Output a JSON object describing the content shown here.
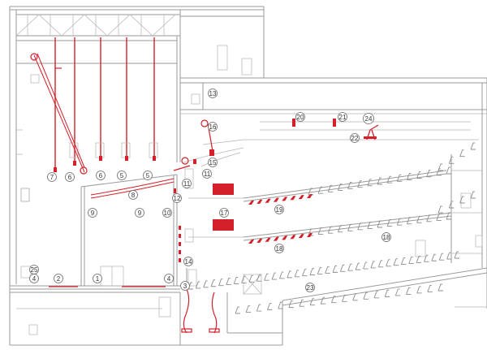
{
  "markers": [
    {
      "id": "m1",
      "label": "1"
    },
    {
      "id": "m2",
      "label": "2"
    },
    {
      "id": "m3",
      "label": "3"
    },
    {
      "id": "m4a",
      "label": "4"
    },
    {
      "id": "m4b",
      "label": "4"
    },
    {
      "id": "m5a",
      "label": "5"
    },
    {
      "id": "m5b",
      "label": "5"
    },
    {
      "id": "m6a",
      "label": "6"
    },
    {
      "id": "m6b",
      "label": "6"
    },
    {
      "id": "m7",
      "label": "7"
    },
    {
      "id": "m8",
      "label": "8"
    },
    {
      "id": "m9a",
      "label": "9"
    },
    {
      "id": "m9b",
      "label": "9"
    },
    {
      "id": "m10",
      "label": "10"
    },
    {
      "id": "m11a",
      "label": "11"
    },
    {
      "id": "m11b",
      "label": "11"
    },
    {
      "id": "m12",
      "label": "12"
    },
    {
      "id": "m13",
      "label": "13"
    },
    {
      "id": "m14",
      "label": "14"
    },
    {
      "id": "m15",
      "label": "15"
    },
    {
      "id": "m16",
      "label": "16"
    },
    {
      "id": "m17",
      "label": "17"
    },
    {
      "id": "m18a",
      "label": "18"
    },
    {
      "id": "m18b",
      "label": "18"
    },
    {
      "id": "m19",
      "label": "19"
    },
    {
      "id": "m20",
      "label": "20"
    },
    {
      "id": "m21",
      "label": "21"
    },
    {
      "id": "m22",
      "label": "22"
    },
    {
      "id": "m23",
      "label": "23"
    },
    {
      "id": "m24",
      "label": "24"
    },
    {
      "id": "m25",
      "label": "25"
    }
  ],
  "colors": {
    "accent": "#d4202a",
    "line": "#9a9a9a",
    "background": "#ffffff"
  }
}
